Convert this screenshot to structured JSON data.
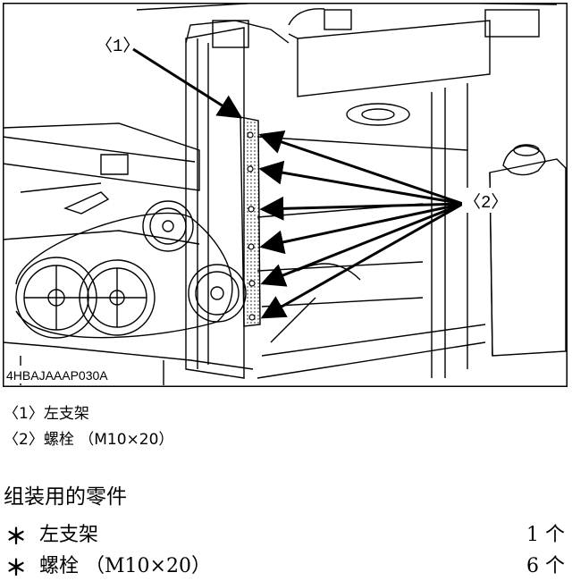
{
  "figure": {
    "callout_1": "〈1〉",
    "callout_2": "〈2〉",
    "figure_id": "4HBAJAAAP030A"
  },
  "legend": [
    {
      "key": "〈1〉",
      "text": "左支架"
    },
    {
      "key": "〈2〉",
      "text": "螺栓 （M10×20）"
    }
  ],
  "parts": {
    "heading": "组装用的零件",
    "items": [
      {
        "bullet": "＊",
        "name": "左支架",
        "qty": "1 个"
      },
      {
        "bullet": "＊",
        "name": "螺栓 （M10×20）",
        "qty": "6 个"
      }
    ]
  }
}
